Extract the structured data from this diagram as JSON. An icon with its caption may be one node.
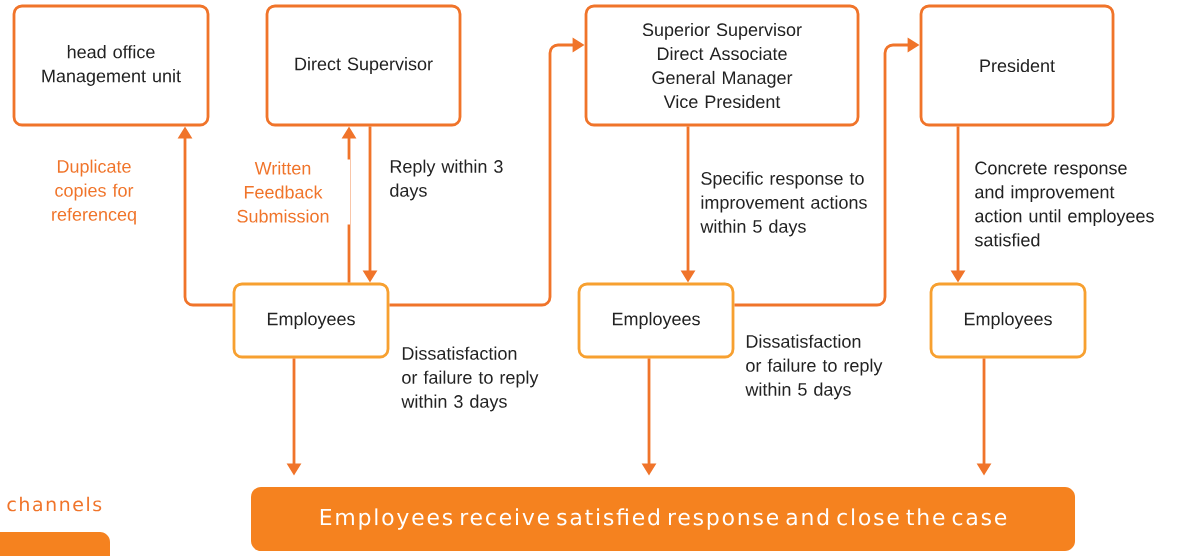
{
  "diagram": {
    "nodes": [
      {
        "text": [
          "head office Management unit"
        ]
      },
      {
        "text": [
          "Direct Supervisor"
        ]
      },
      {
        "text": [
          "Superior Supervisor",
          "Direct Associate General Manager",
          "Vice President"
        ]
      },
      {
        "text": [
          "President"
        ]
      },
      {
        "text": [
          "Employees"
        ]
      },
      {
        "text": [
          "Employees"
        ]
      },
      {
        "text": [
          "Employees"
        ]
      },
      {
        "text": [
          "Employees receive satisfied response and close the case"
        ]
      },
      {
        "text": [],
        "shape": "box"
      }
    ],
    "edges": [
      {
        "from": 4,
        "to": 0,
        "arrow": "to",
        "label": "Duplicate copies for referenceq"
      },
      {
        "from": 4,
        "to": 1,
        "arrow": "to",
        "label": "Written Feedback Submission"
      },
      {
        "from": 1,
        "to": 4,
        "arrow": "to",
        "label": "Reply within 3 days"
      },
      {
        "from": 4,
        "to": 2,
        "arrow": "to",
        "label": "Dissatisfaction or failure to reply within 3 days"
      },
      {
        "from": 2,
        "to": 5,
        "arrow": "to",
        "label": "Specific response to improvement actions within 5 days"
      },
      {
        "from": 5,
        "to": 3,
        "arrow": "to",
        "label": "Dissatisfaction or failure to reply within 5 days"
      },
      {
        "from": 3,
        "to": 6,
        "arrow": "to",
        "label": "Concrete response and improvement action until employees satisfied"
      },
      {
        "from": 4,
        "to": 7,
        "arrow": "to"
      },
      {
        "from": 5,
        "to": 7,
        "arrow": "to"
      },
      {
        "from": 6,
        "to": 7,
        "arrow": "to"
      }
    ],
    "labels": [
      "channels"
    ]
  }
}
